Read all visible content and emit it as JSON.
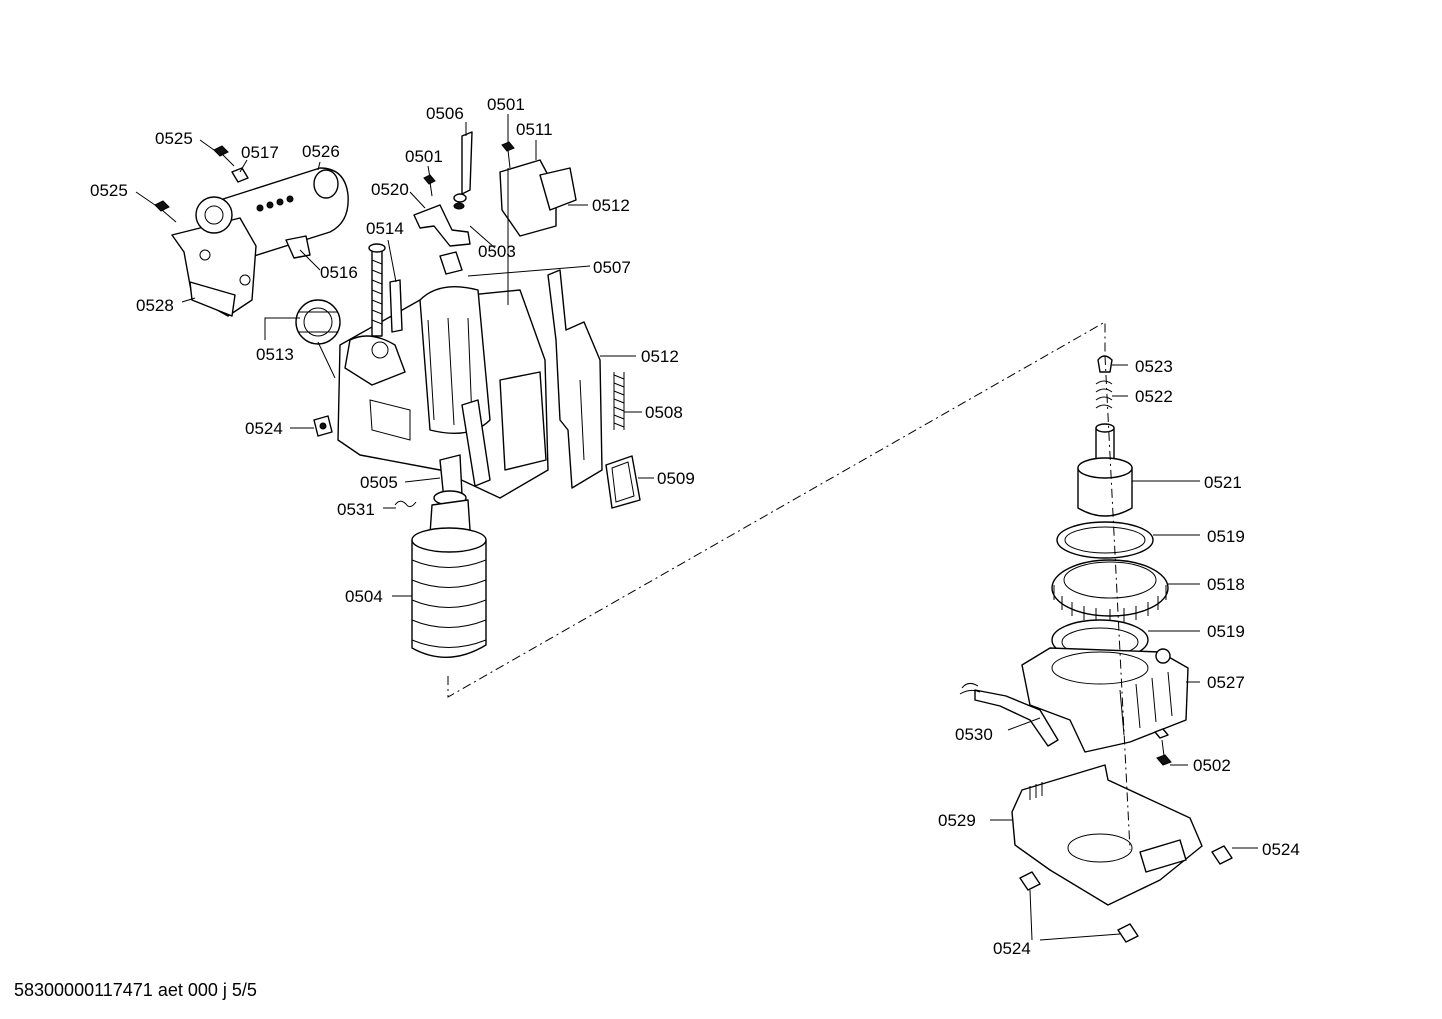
{
  "labels": {
    "c0525a": "0525",
    "c0517": "0517",
    "c0526": "0526",
    "c0525b": "0525",
    "c0528": "0528",
    "c0516": "0516",
    "c0513": "0513",
    "c0524a": "0524",
    "c0514": "0514",
    "c0520": "0520",
    "c0501a": "0501",
    "c0506": "0506",
    "c0503": "0503",
    "c0501b": "0501",
    "c0511": "0511",
    "c0512a": "0512",
    "c0507": "0507",
    "c0512b": "0512",
    "c0508": "0508",
    "c0509": "0509",
    "c0505": "0505",
    "c0531": "0531",
    "c0504": "0504",
    "c0523": "0523",
    "c0522": "0522",
    "c0521": "0521",
    "c0519a": "0519",
    "c0518": "0518",
    "c0519b": "0519",
    "c0527": "0527",
    "c0530": "0530",
    "c0502": "0502",
    "c0529": "0529",
    "c0524b": "0524",
    "c0524c": "0524"
  },
  "footer": "58300000117471 aet 000 j 5/5"
}
